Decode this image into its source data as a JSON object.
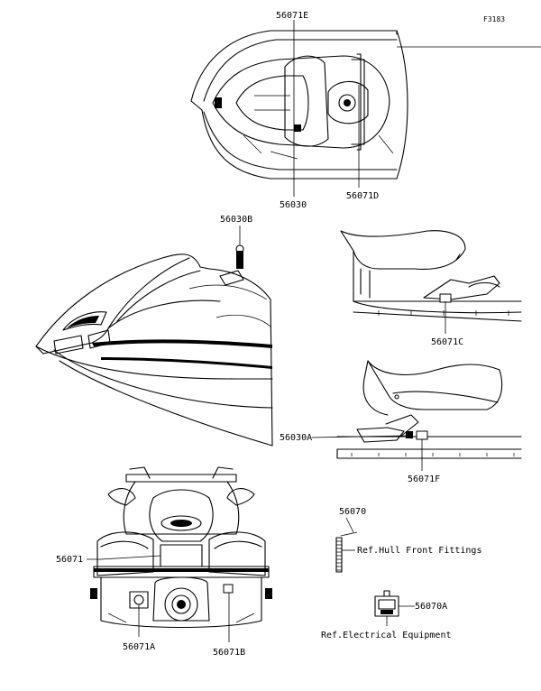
{
  "figure_id": "F3183",
  "parts": {
    "p56071E": "56071E",
    "p56030": "56030",
    "p56071D": "56071D",
    "p56030B": "56030B",
    "p56071C": "56071C",
    "p56030A": "56030A",
    "p56071F": "56071F",
    "p56070": "56070",
    "p56071": "56071",
    "p56070A": "56070A",
    "p56071A": "56071A",
    "p56071B": "56071B"
  },
  "refs": {
    "hull": "Ref.Hull Front Fittings",
    "electrical": "Ref.Electrical Equipment"
  }
}
